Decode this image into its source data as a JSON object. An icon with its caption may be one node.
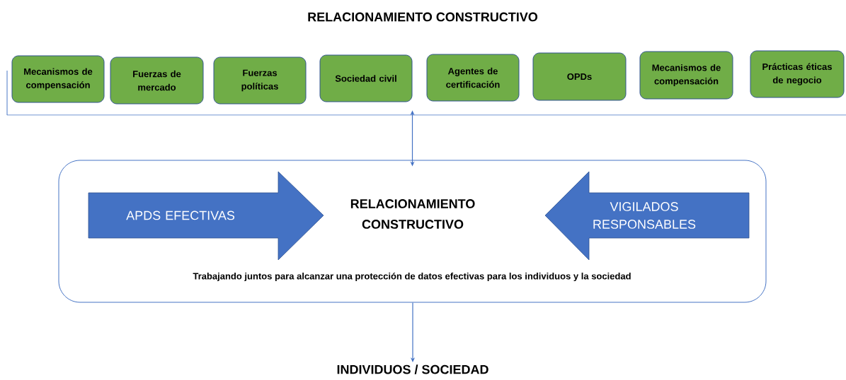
{
  "diagram": {
    "nodes": [
      {
        "text": [
          "RELACIONAMIENTO CONSTRUCTIVO"
        ]
      },
      {
        "text": [
          "Mecanismos de compensación"
        ],
        "in": 0
      },
      {
        "text": [
          "Fuerzas de mercado"
        ],
        "in": 0
      },
      {
        "text": [
          "Fuerzas políticas"
        ],
        "in": 0
      },
      {
        "text": [
          "Sociedad civil"
        ],
        "in": 0
      },
      {
        "text": [
          "Agentes de certificación"
        ],
        "in": 0
      },
      {
        "text": [
          "OPDs"
        ],
        "in": 0
      },
      {
        "text": [
          "Mecanismos de compensación"
        ],
        "in": 0
      },
      {
        "text": [
          "Prácticas éticas de negocio"
        ],
        "in": 0
      },
      {
        "text": [
          "RELACIONAMIENTO CONSTRUCTIVO",
          "Trabajando juntos para alcanzar una protección de datos efectivas para los individuos y la sociedad"
        ]
      },
      {
        "text": [
          "APDS EFECTIVAS"
        ],
        "in": 9
      },
      {
        "text": [
          "VIGILADOS RESPONSABLES"
        ],
        "in": 9
      },
      {
        "text": [
          "INDIVIDUOS / SOCIEDAD"
        ]
      }
    ],
    "edges": [
      {
        "from": 0,
        "to": 9,
        "arrow": "both"
      },
      {
        "from": 9,
        "to": 12,
        "arrow": "to"
      }
    ]
  }
}
